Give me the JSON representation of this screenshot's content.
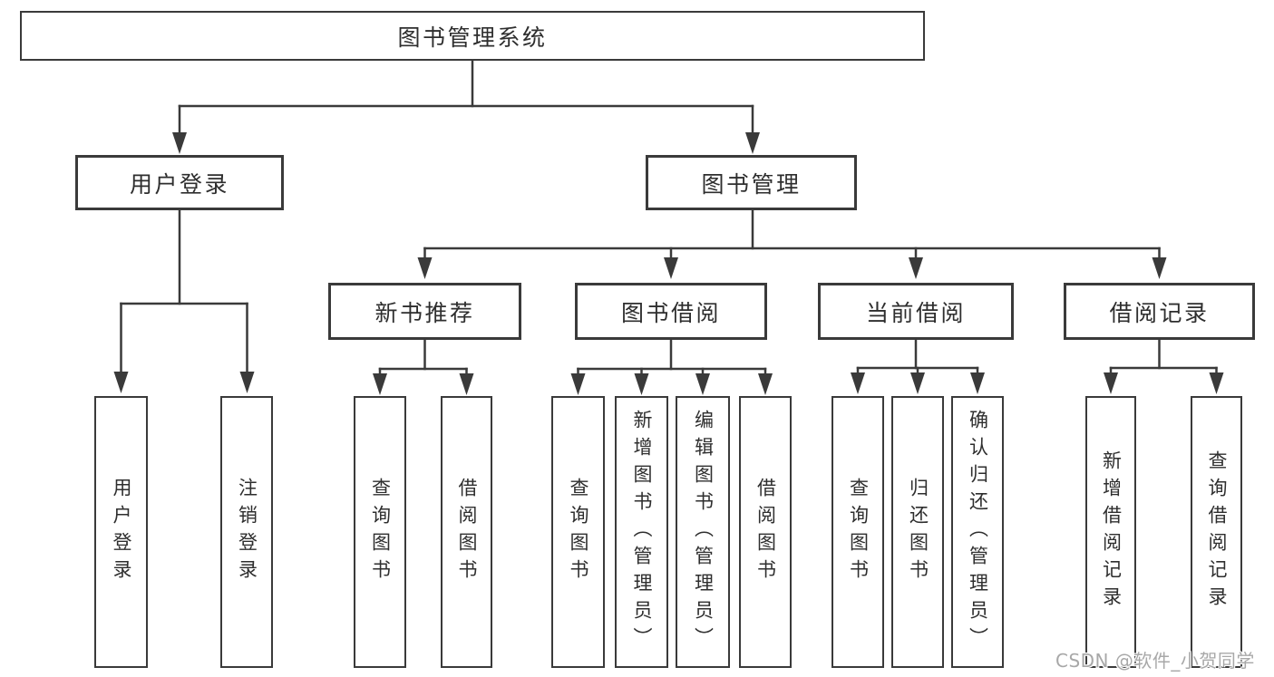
{
  "root": {
    "label": "图书管理系统"
  },
  "branches": {
    "user_login": {
      "label": "用户登录",
      "children": [
        {
          "label": "用户登录"
        },
        {
          "label": "注销登录"
        }
      ]
    },
    "book_mgmt": {
      "label": "图书管理",
      "sections": [
        {
          "label": "新书推荐",
          "children": [
            {
              "label": "查询图书"
            },
            {
              "label": "借阅图书"
            }
          ]
        },
        {
          "label": "图书借阅",
          "children": [
            {
              "label": "查询图书"
            },
            {
              "label": "新增图书（管理员）"
            },
            {
              "label": "编辑图书（管理员）"
            },
            {
              "label": "借阅图书"
            }
          ]
        },
        {
          "label": "当前借阅",
          "children": [
            {
              "label": "查询图书"
            },
            {
              "label": "归还图书"
            },
            {
              "label": "确认归还（管理员）"
            }
          ]
        },
        {
          "label": "借阅记录",
          "children": [
            {
              "label": "新增借阅记录"
            },
            {
              "label": "查询借阅记录"
            }
          ]
        }
      ]
    }
  },
  "watermark": {
    "text": "CSDN @软件_小贺同学"
  },
  "colors": {
    "line": "#3a3a3a",
    "border": "#3a3a3a",
    "text": "#2e2e2e",
    "watermark": "#a8a8a8",
    "background": "#ffffff"
  }
}
